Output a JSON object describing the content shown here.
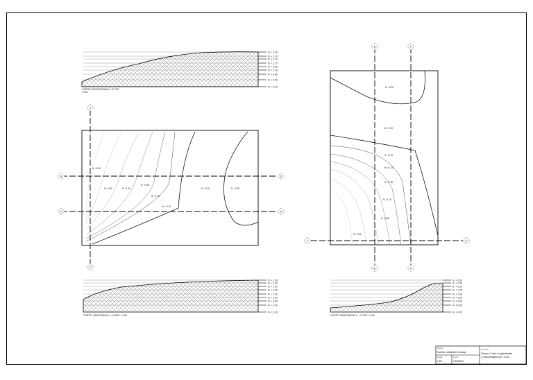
{
  "drawing": {
    "profile_top": {
      "caption_1": "CORTE LONGITUDINAL B - B' ESC.",
      "caption_2": "1:100",
      "levels": [
        "N: + 2.60",
        "N: + 2.30",
        "N: + 2.10",
        "N: + 1.75",
        "N: + 1.50",
        "N: + 1.20",
        "N: + 0.80",
        "N: + 0.50",
        "N: + 0.00"
      ]
    },
    "profile_bottom": {
      "caption": "CORTE LONGITUDINAL A - A' ESC. 1:100",
      "levels": [
        "N: + 2.60",
        "N: + 2.30",
        "N: + 2.10",
        "N: + 1.75",
        "N: + 1.50",
        "N: + 1.20",
        "N: + 0.80",
        "N: + 0.50",
        "N: + 0.00"
      ]
    },
    "profile_right": {
      "caption": "CORTE TRANSVERSAL C - C' ESC. 1:100",
      "levels": [
        "N: + 2.60",
        "N: + 2.30",
        "N: + 2.10",
        "N: + 1.75",
        "N: + 1.50",
        "N: + 1.20",
        "N: + 0.80",
        "N: + 0.50",
        "N: + 0.00"
      ]
    },
    "plan_left": {
      "contour_labels": [
        "N: +0.80",
        "N: +0.50",
        "N: +1.20",
        "N: +1.50",
        "N: +1.75",
        "N: +2.10",
        "N: +2.30",
        "N: +2.60"
      ]
    },
    "plan_right": {
      "contour_labels": [
        "N: +2.60",
        "N: +2.30",
        "N: +2.10",
        "N: +1.75",
        "N: +1.50",
        "N: +1.20",
        "N: +0.80",
        "N: +0.50"
      ]
    },
    "markers": {
      "B": "B",
      "B_prime": "B'",
      "A": "A",
      "A_prime": "A'",
      "C": "C",
      "C_prime": "C'"
    }
  },
  "title_block": {
    "name_label": "Nombre:",
    "name": "Nombre: Alejandro Verdugo",
    "scale_label": "Escala:",
    "scale": "1:50",
    "date_label": "Fecha:",
    "date": "1/04/2020",
    "content_label": "Contenido:",
    "content_line1": "Terreno Cortes Longitudinales",
    "content_line2": "y Transversales Esc. 1:100"
  }
}
